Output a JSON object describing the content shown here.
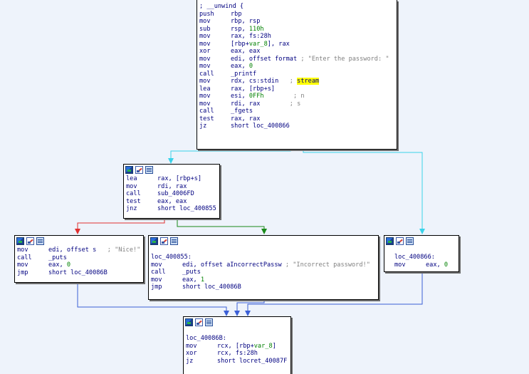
{
  "graph": {
    "block_entry": {
      "lines": [
        {
          "label": "; __unwind {"
        },
        {
          "mn": "push",
          "op": "rbp"
        },
        {
          "mn": "mov",
          "op": "rbp, rsp"
        },
        {
          "mn": "sub",
          "op": "rsp, ",
          "num": "110h"
        },
        {
          "mn": "mov",
          "op": "rax, fs:28h"
        },
        {
          "mn": "mov",
          "op": "[rbp+",
          "var": "var_8",
          "op2": "], rax"
        },
        {
          "mn": "xor",
          "op": "eax, eax"
        },
        {
          "mn": "mov",
          "op": "edi, offset format",
          "cmt": " ; \"Enter the password: \""
        },
        {
          "mn": "mov",
          "op": "eax, ",
          "num": "0"
        },
        {
          "mn": "call",
          "op": "_printf"
        },
        {
          "mn": "mov",
          "op": "rdx, cs:stdin",
          "cmt": "   ; ",
          "hl": "stream"
        },
        {
          "mn": "lea",
          "op": "rax, [rbp+s]"
        },
        {
          "mn": "mov",
          "op": "esi, ",
          "num": "0FFh",
          "cmt": "        ; n"
        },
        {
          "mn": "mov",
          "op": "rdi, rax",
          "cmt": "        ; s"
        },
        {
          "mn": "call",
          "op": "_fgets"
        },
        {
          "mn": "test",
          "op": "rax, rax"
        },
        {
          "mn": "jz",
          "op": "short loc_400866"
        }
      ]
    },
    "block_check": {
      "lines": [
        {
          "mn": "lea",
          "op": "rax, [rbp+s]"
        },
        {
          "mn": "mov",
          "op": "rdi, rax"
        },
        {
          "mn": "call",
          "op": "sub_4006FD"
        },
        {
          "mn": "test",
          "op": "eax, eax"
        },
        {
          "mn": "jnz",
          "op": "short loc_400855"
        }
      ]
    },
    "block_nice": {
      "lines": [
        {
          "mn": "mov",
          "op": "edi, offset s",
          "cmt": "   ; \"Nice!\""
        },
        {
          "mn": "call",
          "op": "_puts"
        },
        {
          "mn": "mov",
          "op": "eax, ",
          "num": "0"
        },
        {
          "mn": "jmp",
          "op": "short loc_40086B"
        }
      ]
    },
    "block_incorrect": {
      "lines": [
        {
          "label": "loc_400855:"
        },
        {
          "mn": "mov",
          "op": "edi, offset aIncorrectPassw",
          "cmt": " ; \"Incorrect password!\""
        },
        {
          "mn": "call",
          "op": "_puts"
        },
        {
          "mn": "mov",
          "op": "eax, ",
          "num": "1"
        },
        {
          "mn": "jmp",
          "op": "short loc_40086B"
        }
      ]
    },
    "block_fail": {
      "lines": [
        {
          "label": "loc_400866:"
        },
        {
          "mn": "mov",
          "op": "eax, ",
          "num": "0"
        }
      ]
    },
    "block_exit": {
      "lines": [
        {
          "label": "loc_40086B:"
        },
        {
          "mn": "mov",
          "op": "rcx, [rbp+",
          "var": "var_8",
          "op2": "]"
        },
        {
          "mn": "xor",
          "op": "rcx, fs:28h"
        },
        {
          "mn": "jz",
          "op": "short locret_40087F"
        }
      ]
    },
    "icons": [
      "graph-overview-icon",
      "edit-block-icon",
      "listing-icon"
    ],
    "colors": {
      "background": "#eef3fb",
      "edge_unconditional": "#3b5fd6",
      "edge_true": "#1a8a1a",
      "edge_false": "#e03030",
      "edge_highlight": "#39d3ea"
    }
  }
}
